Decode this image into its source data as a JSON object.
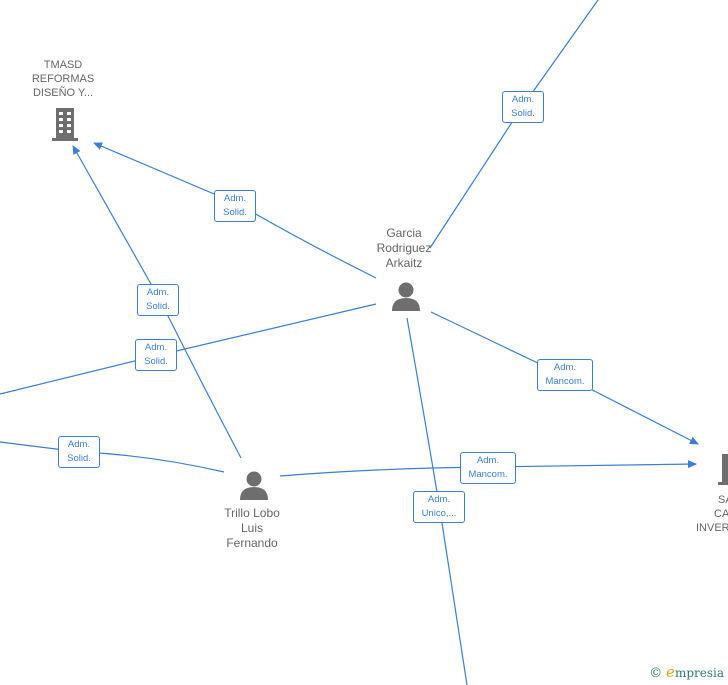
{
  "colors": {
    "edge": "#3a7fd5",
    "node": "#6e6e6e",
    "text": "#666666"
  },
  "nodes": {
    "garcia": {
      "lines": [
        "Garcia",
        "Rodriguez",
        "Arkaitz"
      ],
      "icon": "person-icon"
    },
    "trillo": {
      "lines": [
        "Trillo Lobo",
        "Luis",
        "Fernando"
      ],
      "icon": "person-icon"
    },
    "tmasd": {
      "lines": [
        "TMASD",
        "REFORMAS",
        "DISEÑO Y..."
      ],
      "icon": "building-icon"
    },
    "right_company": {
      "lines": [
        "SA",
        "CA",
        "INVER"
      ],
      "icon": "building-icon"
    }
  },
  "edge_labels": [
    [
      "Adm.",
      "Solid."
    ],
    [
      "Adm.",
      "Solid."
    ],
    [
      "Adm.",
      "Solid."
    ],
    [
      "Adm.",
      "Solid."
    ],
    [
      "Adm.",
      "Solid."
    ],
    [
      "Adm.",
      "Mancom."
    ],
    [
      "Adm.",
      "Mancom."
    ],
    [
      "Adm.",
      "Unico,..."
    ]
  ],
  "watermark": {
    "copyright": "©",
    "brand_initial": "e",
    "brand_rest": "mpresia"
  }
}
